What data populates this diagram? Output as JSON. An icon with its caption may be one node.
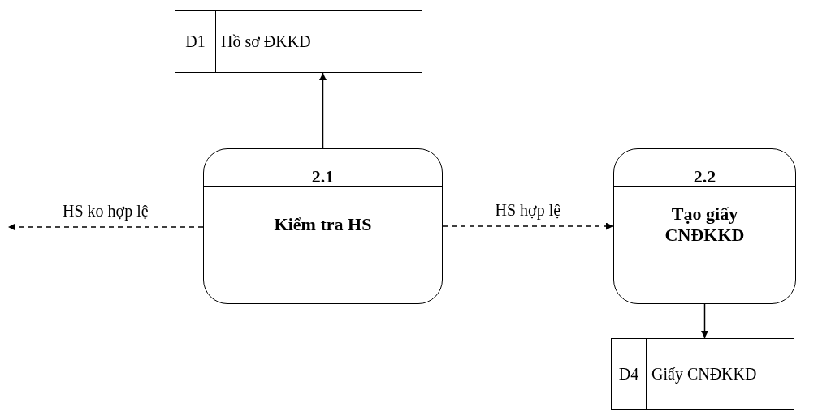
{
  "diagram": {
    "nodes": [
      {
        "text": [
          "D1",
          "Hồ sơ ĐKKD"
        ]
      },
      {
        "text": [
          "2.1",
          "Kiểm tra HS"
        ]
      },
      {
        "text": [
          "2.2",
          "Tạo giấy CNĐKKD"
        ]
      },
      {
        "text": [
          "D4",
          "Giấy CNĐKKD"
        ]
      }
    ],
    "edges": [
      {
        "from": 1,
        "to": 0,
        "arrow": "to"
      },
      {
        "from": 1,
        "to": null,
        "arrow": "to",
        "label": "HS ko hợp lệ",
        "style": "dashed"
      },
      {
        "from": 1,
        "to": 2,
        "arrow": "to",
        "label": "HS hợp lệ",
        "style": "dashed"
      },
      {
        "from": 2,
        "to": 3,
        "arrow": "to"
      }
    ]
  }
}
